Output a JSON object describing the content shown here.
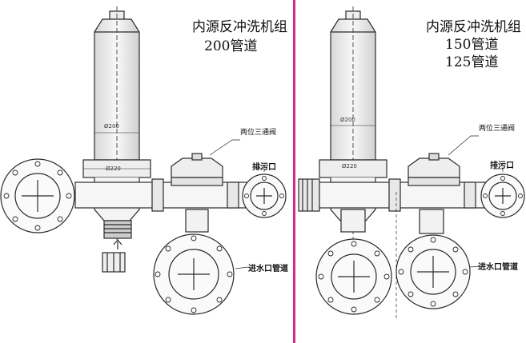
{
  "left": {
    "title": "内源反冲洗机组",
    "pipe": "200管道",
    "valve_label": "两位三通阀",
    "drain_label": "排污口",
    "inlet_label": "进水口管道",
    "dim_top": "Ø200",
    "dim_bottom": "Ø220"
  },
  "right": {
    "title": "内源反冲洗机组",
    "pipe_a": "150管道",
    "pipe_b": "125管道",
    "valve_label": "两位三通阀",
    "drain_label": "排污口",
    "inlet_label": "进水口管道",
    "dim_top": "Ø200",
    "dim_bottom": "Ø220"
  },
  "colors": {
    "divider": "#cc2e8a",
    "line": "#2a2a2a",
    "body_fill": "#f2f2f2"
  }
}
